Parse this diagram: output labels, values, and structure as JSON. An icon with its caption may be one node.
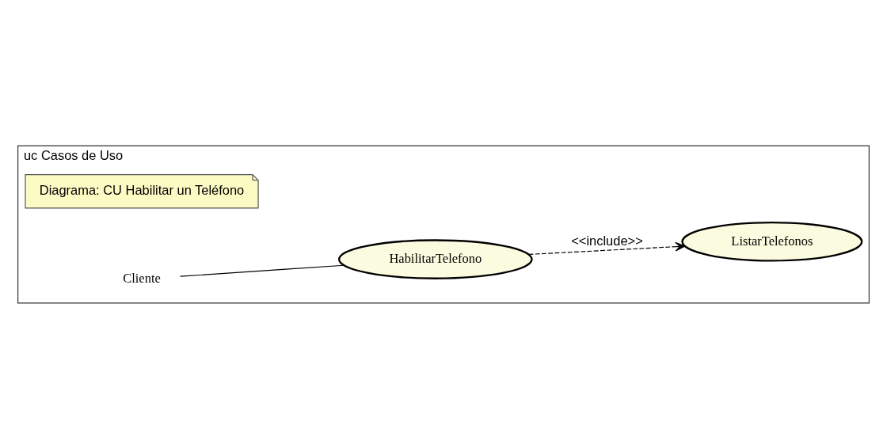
{
  "diagram": {
    "nodes": [
      {
        "text": [
          "uc Casos de Uso"
        ]
      },
      {
        "text": [
          "Diagrama: CU Habilitar un Teléfono"
        ],
        "in": 0
      },
      {
        "text": [
          "Cliente"
        ],
        "in": 0
      },
      {
        "text": [
          "HabilitarTelefono"
        ],
        "in": 0
      },
      {
        "text": [
          "ListarTelefonos"
        ],
        "in": 0
      }
    ],
    "edges": [
      {
        "from": 2,
        "to": 3,
        "arrow": "none"
      },
      {
        "from": 3,
        "to": 4,
        "arrow": "to",
        "style": "dashed",
        "label": "<<include>>"
      }
    ]
  }
}
